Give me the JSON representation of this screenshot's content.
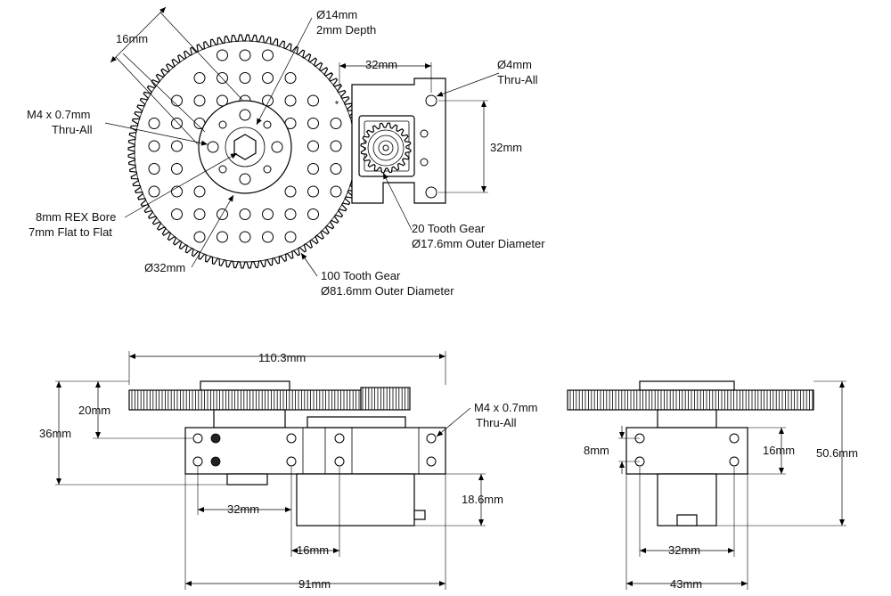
{
  "top_view": {
    "callout_14mm": "Ø14mm",
    "callout_2mm_depth": "2mm Depth",
    "callout_16mm": "16mm",
    "callout_32mm_h": "32mm",
    "callout_4mm": "Ø4mm",
    "callout_thru_all_a": "Thru-All",
    "callout_m4": "M4 x 0.7mm",
    "callout_thru_all_b": "Thru-All",
    "callout_32mm_v": "32mm",
    "callout_rex_bore": "8mm REX Bore",
    "callout_flat": "7mm Flat to Flat",
    "callout_20_tooth": "20 Tooth Gear",
    "callout_20_od": "Ø17.6mm Outer Diameter",
    "callout_32mm_dia": "Ø32mm",
    "callout_100_tooth": "100 Tooth Gear",
    "callout_100_od": "Ø81.6mm Outer Diameter"
  },
  "front_view": {
    "dim_width_total": "110.3mm",
    "dim_20mm": "20mm",
    "dim_36mm": "36mm",
    "callout_m4": "M4 x 0.7mm",
    "callout_thru_all": "Thru-All",
    "dim_32mm": "32mm",
    "dim_18_6mm": "18.6mm",
    "dim_16mm": "16mm",
    "dim_91mm": "91mm"
  },
  "side_view": {
    "dim_8mm": "8mm",
    "dim_16mm": "16mm",
    "dim_50_6mm": "50.6mm",
    "dim_32mm": "32mm",
    "dim_43mm": "43mm"
  }
}
